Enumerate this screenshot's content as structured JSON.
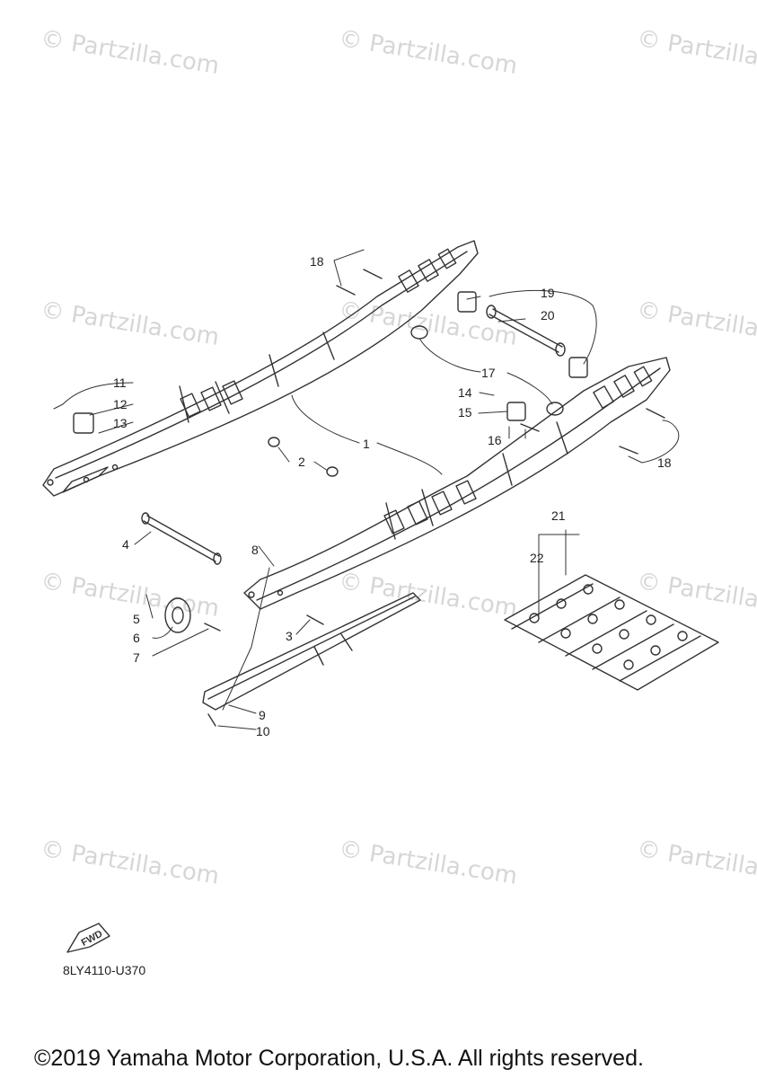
{
  "watermark": "© Partzilla.com",
  "callouts": [
    "1",
    "2",
    "3",
    "4",
    "5",
    "6",
    "7",
    "8",
    "9",
    "10",
    "11",
    "12",
    "13",
    "14",
    "15",
    "16",
    "17",
    "18",
    "19",
    "20",
    "21",
    "22"
  ],
  "fwd_label": "FWD",
  "diagram_code": "8LY4110-U370",
  "copyright": "©2019 Yamaha Motor Corporation, U.S.A. All rights reserved."
}
